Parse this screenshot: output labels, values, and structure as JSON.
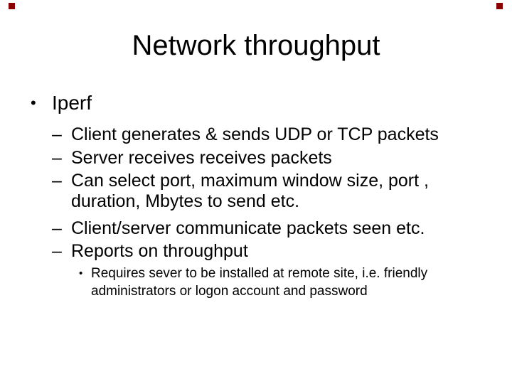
{
  "slide": {
    "title": "Network throughput",
    "main_bullet": {
      "glyph": "•",
      "text": "Iperf"
    },
    "sub_bullets": [
      {
        "glyph": "–",
        "lines": [
          "Client generates & sends UDP or TCP packets"
        ]
      },
      {
        "glyph": "–",
        "lines": [
          "Server receives receives packets"
        ]
      },
      {
        "glyph": "–",
        "lines": [
          "Can select port, maximum window size, port ,",
          "duration, Mbytes to send etc."
        ]
      },
      {
        "glyph": "–",
        "lines": [
          "Client/server communicate packets seen etc."
        ]
      },
      {
        "glyph": "–",
        "lines": [
          "Reports on throughput"
        ]
      }
    ],
    "note_bullet": {
      "glyph": "•",
      "lines": [
        "Requires sever to be installed at remote site, i.e. friendly",
        "administrators or logon account and password"
      ]
    }
  },
  "colors": {
    "background": "#ffffff",
    "text": "#000000",
    "corner_marker": "#8b0000"
  }
}
